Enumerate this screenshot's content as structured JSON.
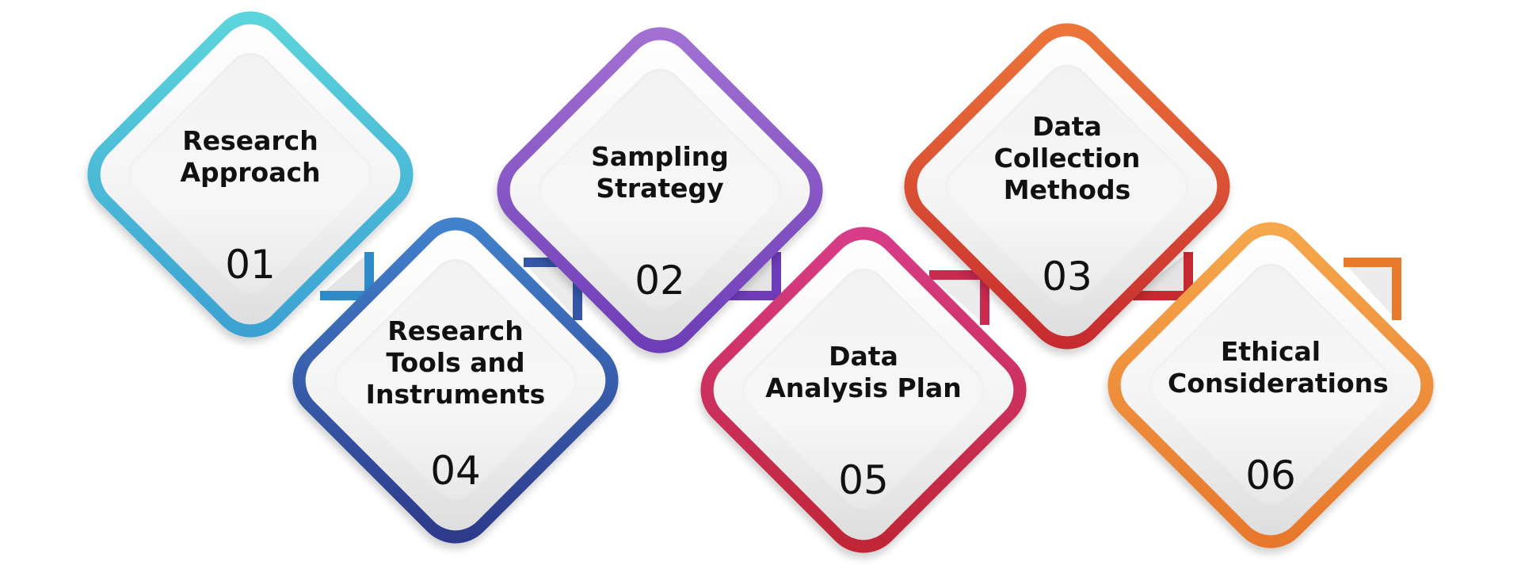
{
  "steps": [
    {
      "number": "01",
      "title": "Research Approach",
      "lines": [
        "Research",
        "Approach"
      ],
      "color_start": "#5DD8DC",
      "color_end": "#3A9ED2"
    },
    {
      "number": "02",
      "title": "Sampling Strategy",
      "lines": [
        "Sampling",
        "Strategy"
      ],
      "color_start": "#A574D4",
      "color_end": "#6A3AB5"
    },
    {
      "number": "03",
      "title": "Data Collection Methods",
      "lines": [
        "Data",
        "Collection",
        "Methods"
      ],
      "color_start": "#EE7A3A",
      "color_end": "#C4262E"
    },
    {
      "number": "04",
      "title": "Research Tools and Instruments",
      "lines": [
        "Research",
        "Tools and",
        "Instruments"
      ],
      "color_start": "#4386D0",
      "color_end": "#2C3586"
    },
    {
      "number": "05",
      "title": "Data Analysis Plan",
      "lines": [
        "Data",
        "Analysis Plan"
      ],
      "color_start": "#D93E8E",
      "color_end": "#BE2430"
    },
    {
      "number": "06",
      "title": "Ethical Considerations",
      "lines": [
        "Ethical",
        "Considerations"
      ],
      "color_start": "#F6AB4E",
      "color_end": "#E6742A"
    }
  ]
}
